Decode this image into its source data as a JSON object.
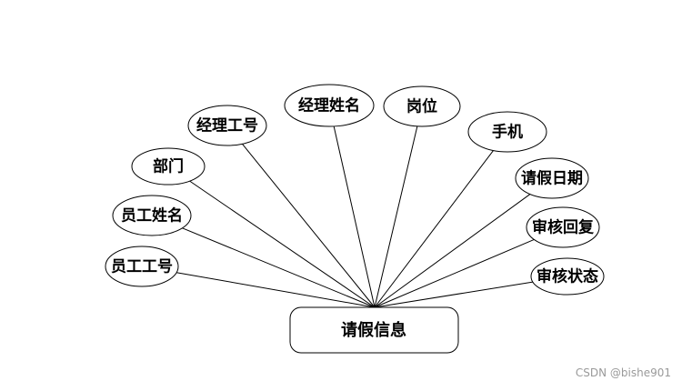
{
  "entity": {
    "label": "请假信息"
  },
  "attributes": [
    {
      "id": "emp-id",
      "label": "员工工号"
    },
    {
      "id": "emp-name",
      "label": "员工姓名"
    },
    {
      "id": "dept",
      "label": "部门"
    },
    {
      "id": "mgr-id",
      "label": "经理工号"
    },
    {
      "id": "mgr-name",
      "label": "经理姓名"
    },
    {
      "id": "position",
      "label": "岗位"
    },
    {
      "id": "phone",
      "label": "手机"
    },
    {
      "id": "leave-date",
      "label": "请假日期"
    },
    {
      "id": "review-reply",
      "label": "审核回复"
    },
    {
      "id": "review-status",
      "label": "审核状态"
    }
  ],
  "watermark": {
    "text": "CSDN @bishe901"
  }
}
